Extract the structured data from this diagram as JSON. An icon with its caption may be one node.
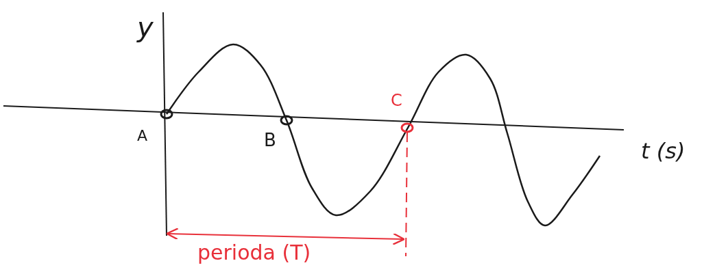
{
  "diagram": {
    "labels": [
      "y",
      "A",
      "B",
      "C",
      "t (s)",
      "perioda (T)"
    ]
  }
}
